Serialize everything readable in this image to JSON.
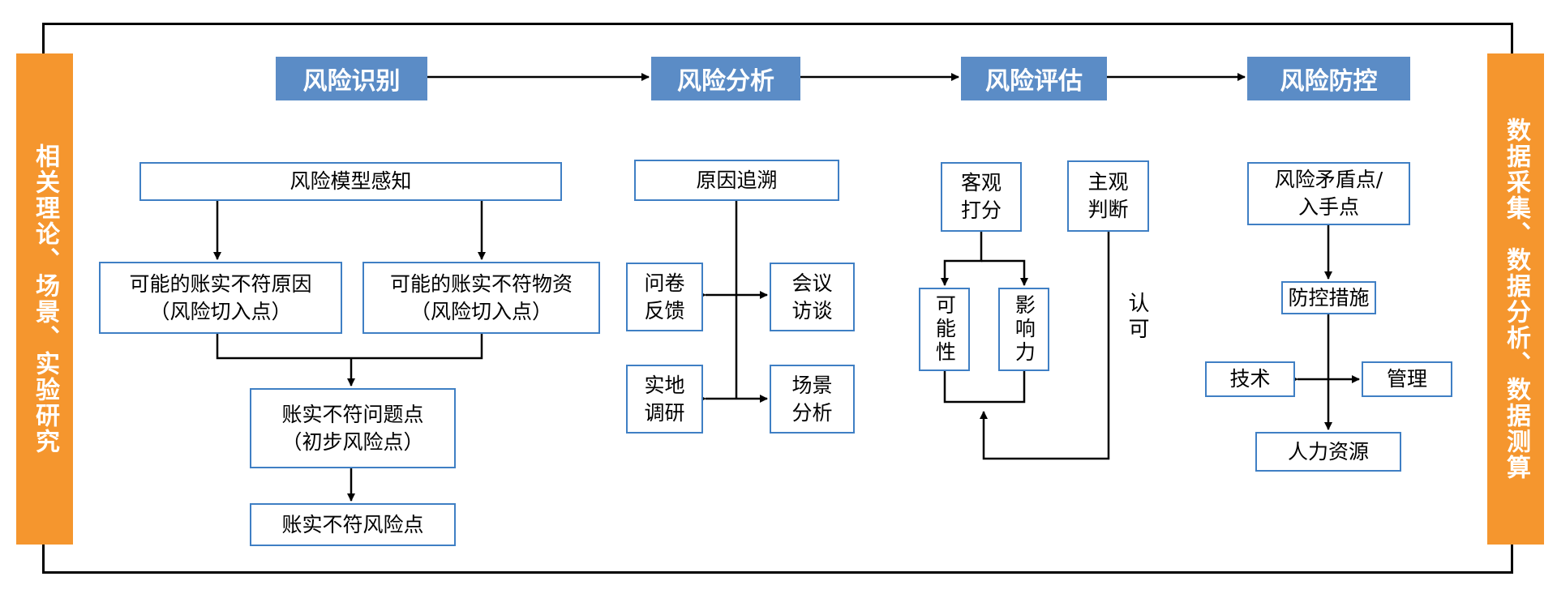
{
  "side_left": "相关理论、场景、实验研究",
  "side_right": "数据采集、数据分析、数据测算",
  "stages": [
    "风险识别",
    "风险分析",
    "风险评估",
    "风险防控"
  ],
  "identify": {
    "perception": "风险模型感知",
    "cause_reason": "可能的账实不符原因\n（风险切入点）",
    "cause_material": "可能的账实不符物资\n（风险切入点）",
    "problem_point": "账实不符问题点\n（初步风险点）",
    "risk_point": "账实不符风险点"
  },
  "analysis": {
    "trace": "原因追溯",
    "questionnaire": "问卷\n反馈",
    "interview": "会议\n访谈",
    "field": "实地\n调研",
    "scenario": "场景\n分析"
  },
  "evaluation": {
    "objective": "客观\n打分",
    "subjective": "主观\n判断",
    "possibility": "可能性",
    "impact": "影响力",
    "approval": "认可"
  },
  "control": {
    "points": "风险矛盾点/\n入手点",
    "measures": "防控措施",
    "technology": "技术",
    "management": "管理",
    "hr": "人力资源"
  }
}
